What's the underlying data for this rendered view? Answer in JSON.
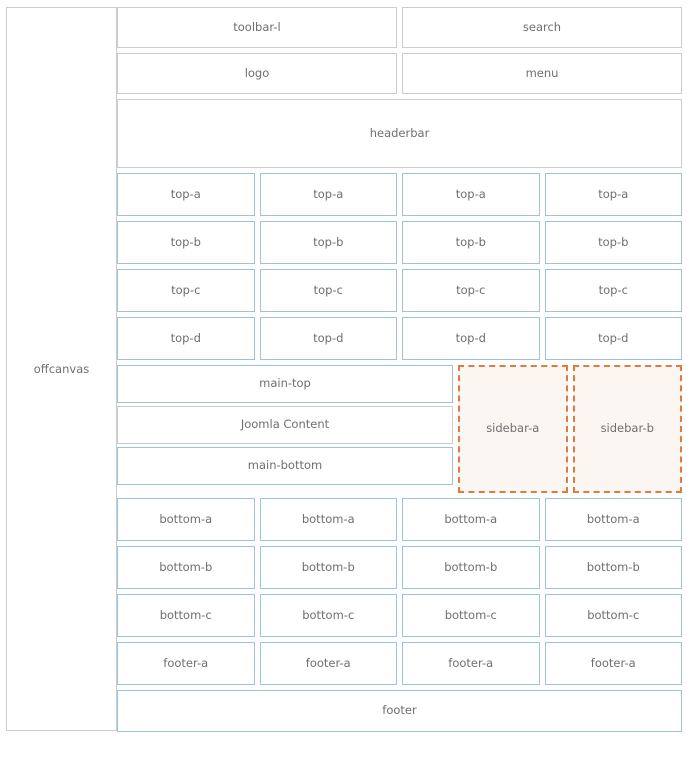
{
  "offcanvas": {
    "label": "offcanvas"
  },
  "top_bars": {
    "row1": [
      {
        "label": "toolbar-l",
        "style": "gray"
      },
      {
        "label": "search",
        "style": "gray"
      }
    ],
    "row2": [
      {
        "label": "logo",
        "style": "gray"
      },
      {
        "label": "menu",
        "style": "gray"
      }
    ],
    "headerbar": {
      "label": "headerbar",
      "style": "gray"
    }
  },
  "top_grid": {
    "row_a": [
      "top-a",
      "top-a",
      "top-a",
      "top-a"
    ],
    "row_b": [
      "top-b",
      "top-b",
      "top-b",
      "top-b"
    ],
    "row_c": [
      "top-c",
      "top-c",
      "top-c",
      "top-c"
    ],
    "row_d": [
      "top-d",
      "top-d",
      "top-d",
      "top-d"
    ]
  },
  "main_region": {
    "main_top": {
      "label": "main-top",
      "style": "blue"
    },
    "content": {
      "label": "Joomla Content",
      "style": "gray"
    },
    "main_bottom": {
      "label": "main-bottom",
      "style": "blue"
    },
    "sidebars": [
      {
        "label": "sidebar-a",
        "style": "dashed"
      },
      {
        "label": "sidebar-b",
        "style": "dashed"
      }
    ]
  },
  "bottom_grid": {
    "row_a": [
      "bottom-a",
      "bottom-a",
      "bottom-a",
      "bottom-a"
    ],
    "row_b": [
      "bottom-b",
      "bottom-b",
      "bottom-b",
      "bottom-b"
    ],
    "row_c": [
      "bottom-c",
      "bottom-c",
      "bottom-c",
      "bottom-c"
    ],
    "row_footer_a": [
      "footer-a",
      "footer-a",
      "footer-a",
      "footer-a"
    ]
  },
  "footer": {
    "label": "footer"
  },
  "colors": {
    "module_border_blue": "#9fc1dd",
    "structural_border_gray": "#cccccc",
    "sidebar_border_orange": "#e2793f",
    "sidebar_background": "#fcf6f2",
    "text": "#6f6f6f",
    "page_background": "#ffffff"
  }
}
